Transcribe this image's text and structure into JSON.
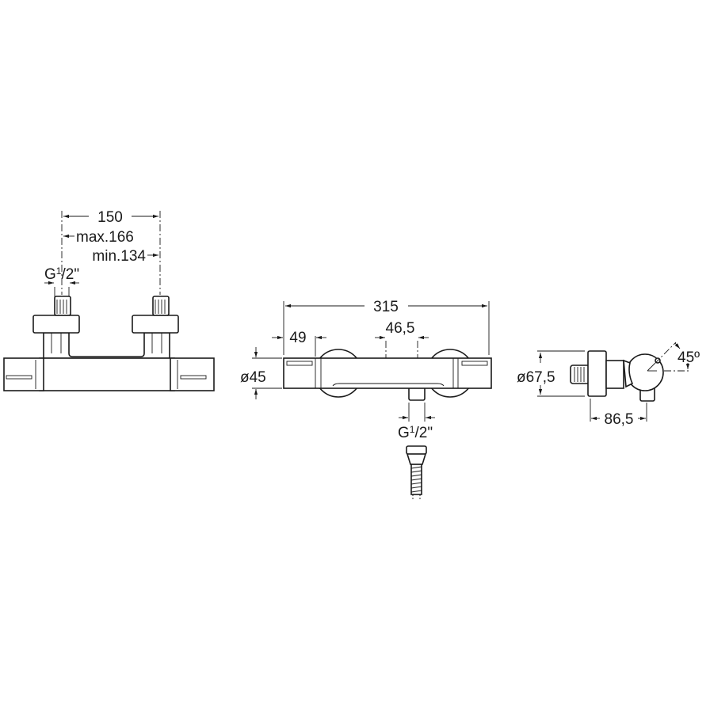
{
  "front_view": {
    "dim_spacing": "150",
    "dim_max": "max.166",
    "dim_min": "min.134",
    "thread_G": "G",
    "thread_frac_num": "1",
    "thread_frac_den": "/2\""
  },
  "top_view": {
    "dim_length": "315",
    "dim_end": "49",
    "dim_outlet": "46,5",
    "dim_diameter": "ø45",
    "thread_G": "G",
    "thread_frac_num": "1",
    "thread_frac_den": "/2\""
  },
  "side_view": {
    "dim_diameter": "ø67,5",
    "dim_depth": "86,5",
    "dim_angle": "45º"
  },
  "colors": {
    "line": "#1a1a1a",
    "background": "#ffffff"
  }
}
